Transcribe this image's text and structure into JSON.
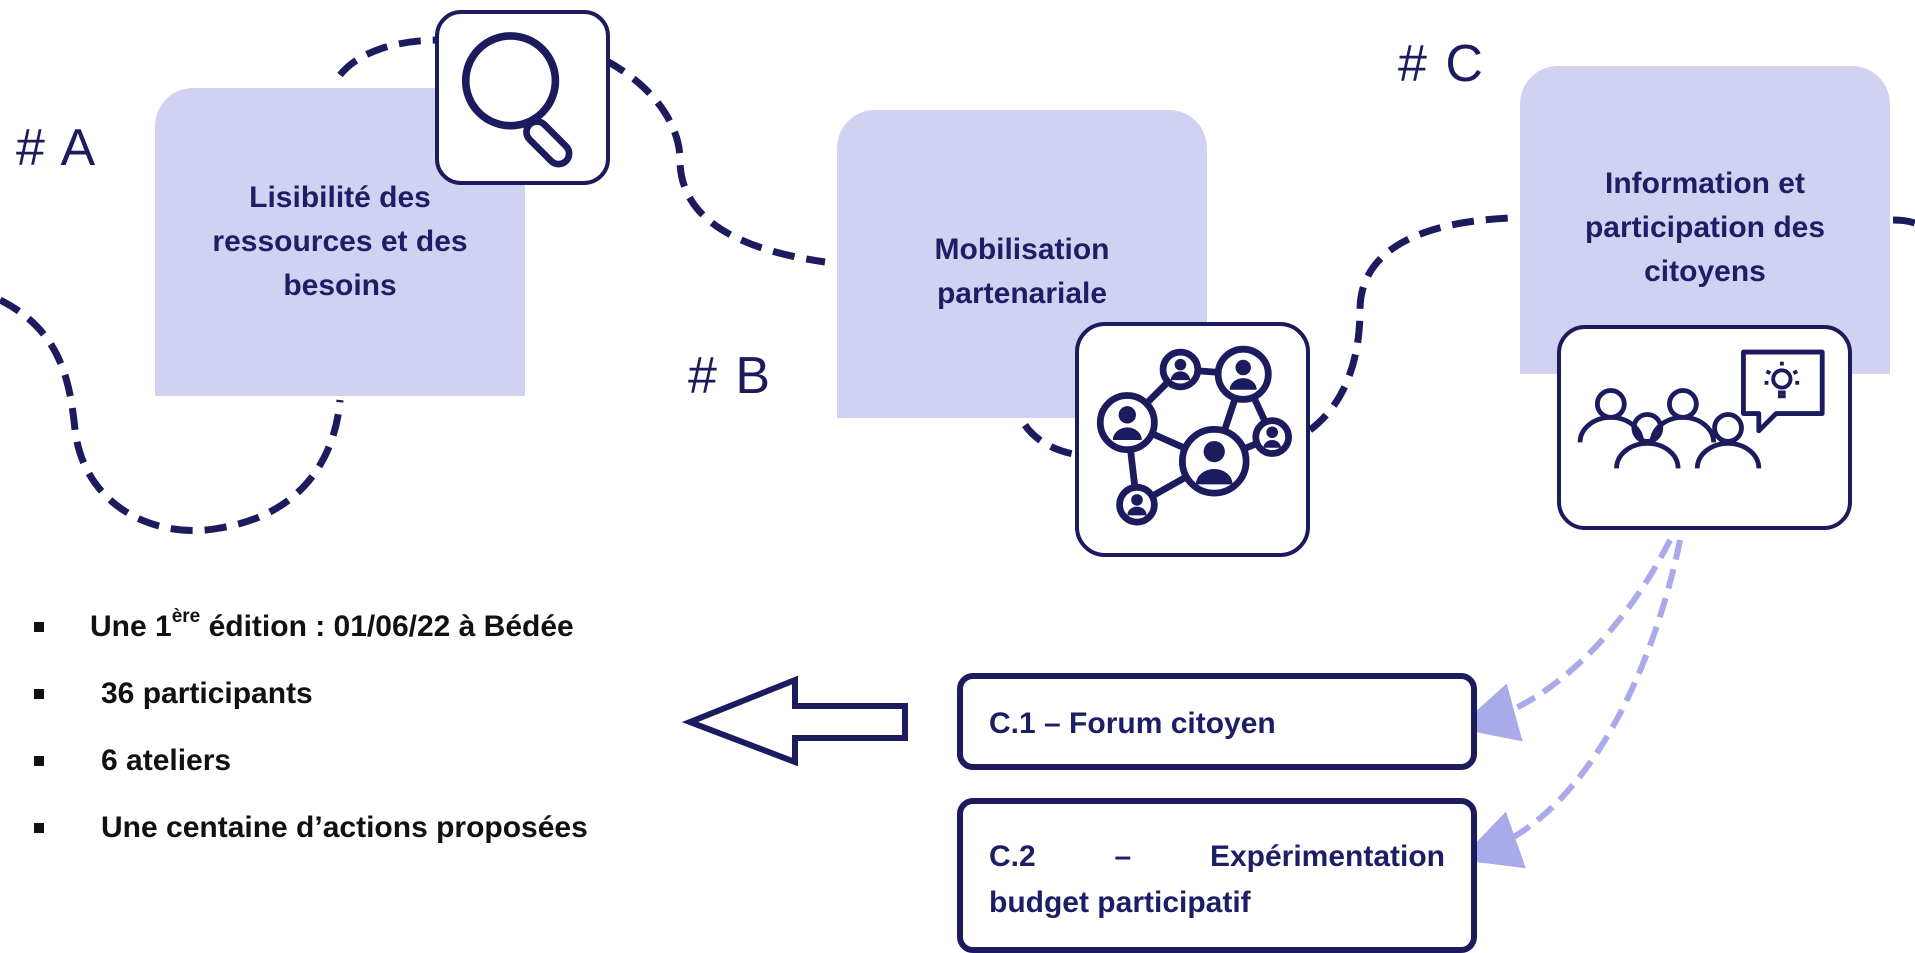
{
  "labels": {
    "a": "# A",
    "b": "# B",
    "c": "# C"
  },
  "cards": {
    "a": {
      "lines": [
        "Lisibilité des",
        "ressources et des",
        "besoins"
      ],
      "icon": "magnifier-icon"
    },
    "b": {
      "lines": [
        "Mobilisation",
        "partenariale"
      ],
      "icon": "network-people-icon"
    },
    "c": {
      "lines": [
        "Information et",
        "participation des",
        "citoyens"
      ],
      "icon": "group-idea-icon"
    }
  },
  "bullets": {
    "item1": {
      "prefix": "Une 1",
      "sup": "ère",
      "suffix": " édition : 01/06/22 à Bédée"
    },
    "item2": "36 participants",
    "item3": "6 ateliers",
    "item4": "Une centaine d’actions proposées"
  },
  "boxes": {
    "c1": "C.1 – Forum citoyen",
    "c2": {
      "w1": "C.2",
      "w2": "–",
      "w3": "Expérimentation",
      "line2": "budget participatif"
    }
  },
  "colors": {
    "navy": "#1b1b5e",
    "card_fill": "#d1d2f2",
    "dashed_arrow": "#a9aaea"
  }
}
